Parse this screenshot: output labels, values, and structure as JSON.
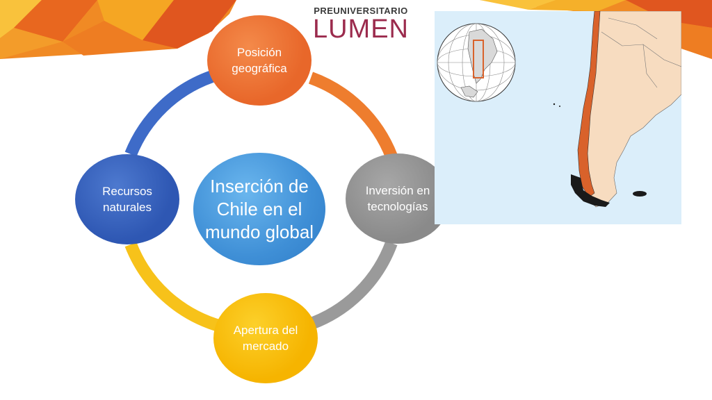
{
  "logo": {
    "line1": "PREUNIVERSITARIO",
    "line2": "LUMEN"
  },
  "diagram": {
    "center": "Inserción de Chile en el mundo global",
    "nodes": [
      {
        "id": "posicion",
        "label": "Posición geográfica",
        "color": "#e8672a"
      },
      {
        "id": "inversion",
        "label": "Inversión en tecnologías",
        "color": "#8a8a8a"
      },
      {
        "id": "apertura",
        "label": "Apertura del mercado",
        "color": "#f6b400"
      },
      {
        "id": "recursos",
        "label": "Recursos naturales",
        "color": "#2e57b3"
      }
    ],
    "center_color": "#3f8fd6"
  },
  "colors": {
    "banner_orange": "#f08a24",
    "banner_dark": "#e0561f",
    "banner_yellow": "#f9c23c",
    "map_ocean": "#dbeefa",
    "map_land": "#f7dcc0",
    "map_chile": "#d9622b"
  }
}
